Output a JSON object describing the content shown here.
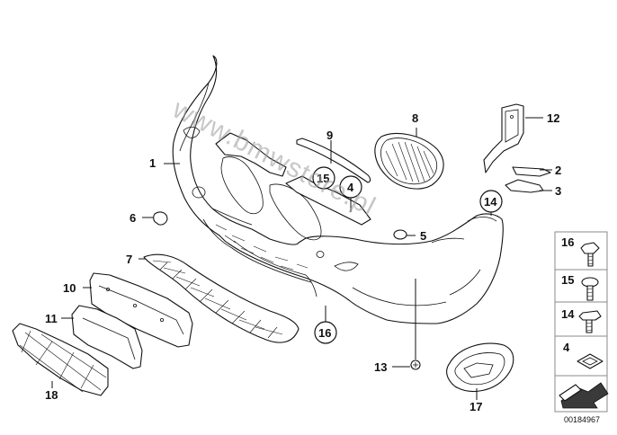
{
  "diagram": {
    "watermark": "www.bmwstore.pl",
    "diagram_id": "00184967",
    "callouts": [
      "1",
      "2",
      "3",
      "5",
      "6",
      "7",
      "8",
      "9",
      "10",
      "11",
      "12",
      "13",
      "17",
      "18"
    ],
    "circled_callouts": [
      "4",
      "14",
      "15",
      "16"
    ],
    "legend": [
      {
        "label": "16",
        "icon": "collar-screw-icon"
      },
      {
        "label": "15",
        "icon": "fillister-screw-icon"
      },
      {
        "label": "14",
        "icon": "flange-screw-icon"
      },
      {
        "label": "4",
        "icon": "clip-nut-icon"
      }
    ],
    "legend_footer_icon": "arrow-icon"
  }
}
